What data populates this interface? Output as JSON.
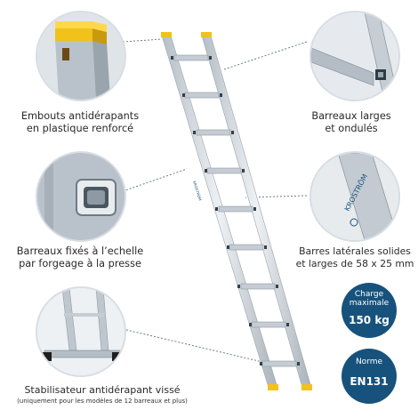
{
  "features": [
    {
      "id": "feet",
      "label_line1": "Embouts antidérapants",
      "label_line2": "en plastique renforcé"
    },
    {
      "id": "rungs",
      "label_line1": "Barreaux larges",
      "label_line2": "et ondulés"
    },
    {
      "id": "forging",
      "label_line1": "Barreaux fixés à l’echelle",
      "label_line2": "par forgeage à la presse"
    },
    {
      "id": "rails",
      "label_line1": "Barres latérales solides",
      "label_line2": "et larges de 58 x 25 mm"
    },
    {
      "id": "stabilizer",
      "label_line1": "Stabilisateur antidérapant vissé",
      "label_line2": "(uniquement pour les modèles de 12 barreaux et plus)"
    }
  ],
  "brand_text": "KROSTRÖM",
  "badges": {
    "load": {
      "label_line1": "Charge",
      "label_line2": "maximale",
      "value": "150 kg"
    },
    "norm": {
      "label": "Norme",
      "value": "EN131"
    }
  },
  "colors": {
    "badge": "#17527c",
    "aluminium": "#c9d0d6",
    "cap": "#f1c21b",
    "connector": "#6e7b86"
  }
}
